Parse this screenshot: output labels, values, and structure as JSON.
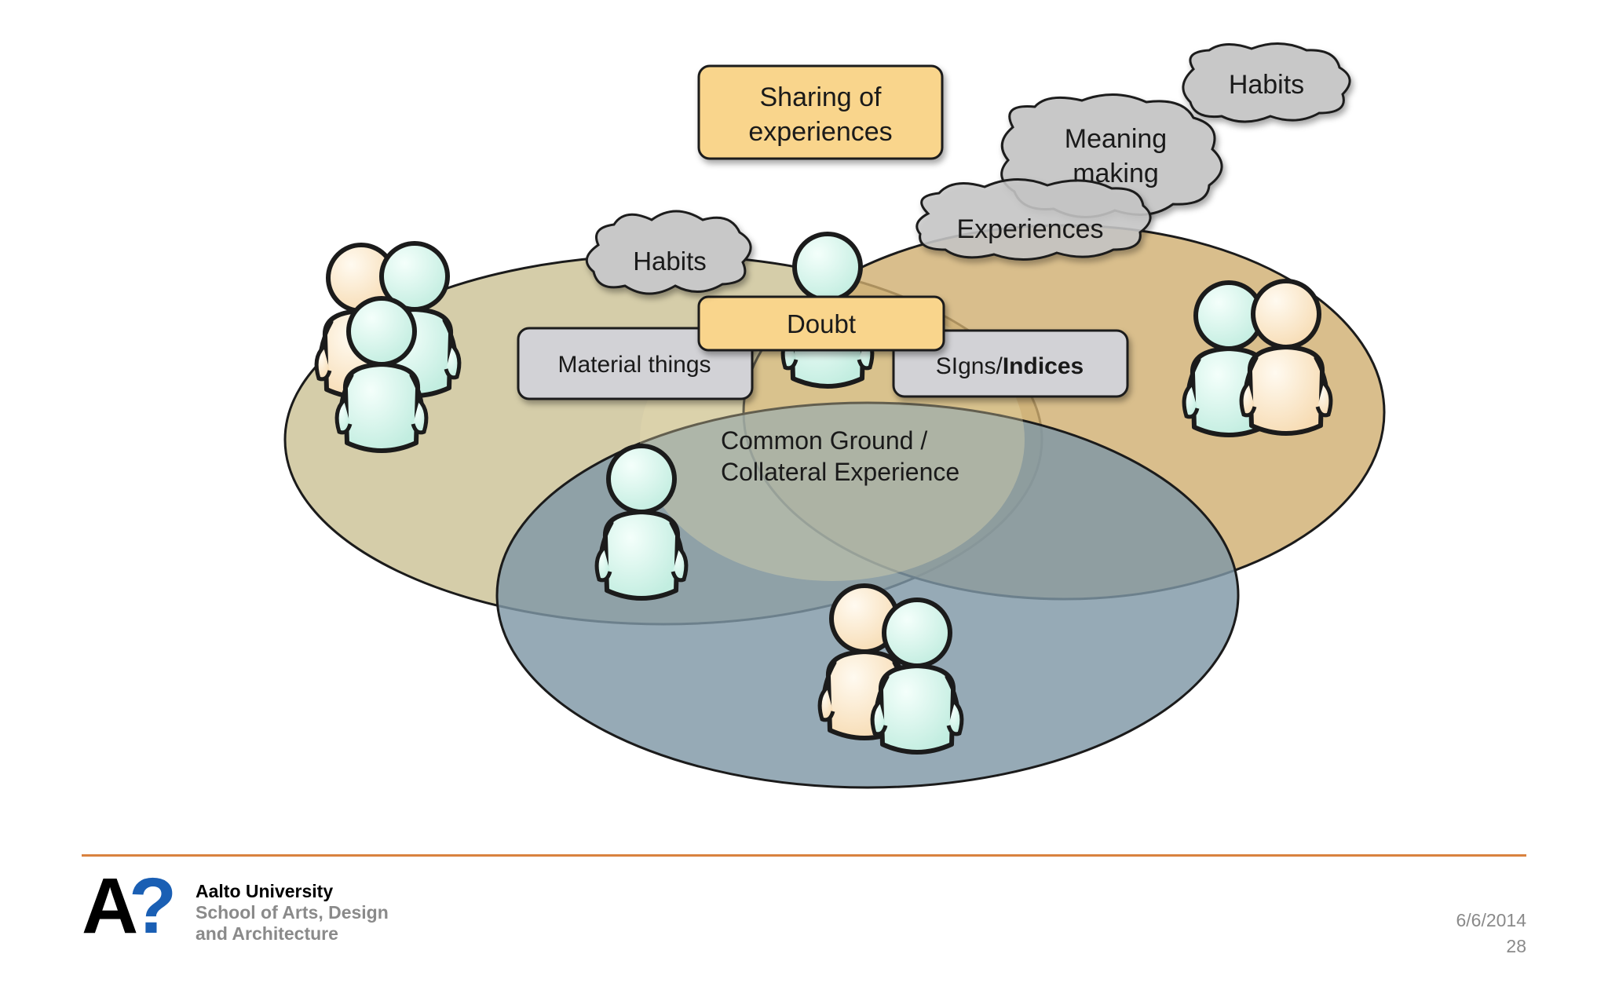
{
  "slide": {
    "diagram": {
      "labels": {
        "sharing": [
          "Sharing of",
          "experiences"
        ],
        "habits_top": "Habits",
        "meaning_making": [
          "Meaning",
          "making"
        ],
        "experiences": "Experiences",
        "habits_left": "Habits",
        "doubt": "Doubt",
        "material_things": "Material things",
        "signs_prefix": "SIgns/",
        "signs_bold": "Indices",
        "common_ground": [
          "Common Ground /",
          "Collateral Experience"
        ]
      },
      "colors": {
        "ellipse_left": "#c9bf91",
        "ellipse_right": "#cfae6f",
        "ellipse_bottom": "#7f97a6",
        "label_yellow": "#f9d58c",
        "label_grey": "#d2d2d6",
        "cloud": "#c8c8c8",
        "person_mint": "#d8f5ec",
        "person_peach": "#fbe9cc"
      }
    },
    "footer": {
      "logo_letter": "A",
      "logo_mark": "?",
      "university": "Aalto University",
      "school_line1": "School of Arts, Design",
      "school_line2": "and Architecture",
      "date": "6/6/2014",
      "page": "28",
      "colors": {
        "rule": "#d9823f",
        "logo_blue": "#1a5fb4"
      }
    }
  }
}
